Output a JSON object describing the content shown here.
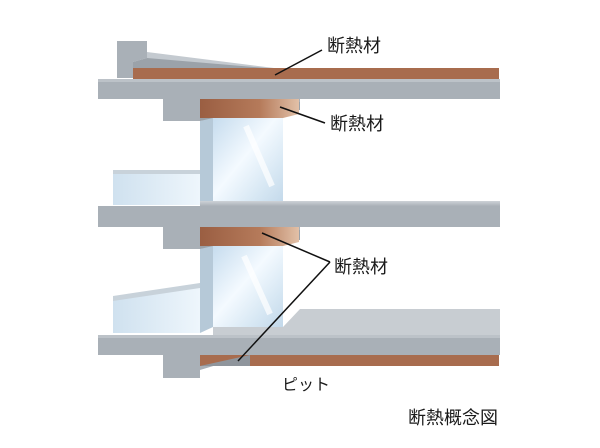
{
  "labels": {
    "insulation_top": "断熱材",
    "insulation_upper_beam": "断熱材",
    "insulation_lower_beam": "断熱材",
    "pit": "ピット",
    "caption": "断熱概念図"
  },
  "colors": {
    "slab": "#a9b0b7",
    "slab_dark": "#8d949b",
    "slab_light": "#c8cdd2",
    "insulation": "#a86c4e",
    "insulation_light": "#d2a689",
    "glass": "#d6e7f3",
    "glass_light": "#f1f8fd",
    "leader": "#111111"
  }
}
